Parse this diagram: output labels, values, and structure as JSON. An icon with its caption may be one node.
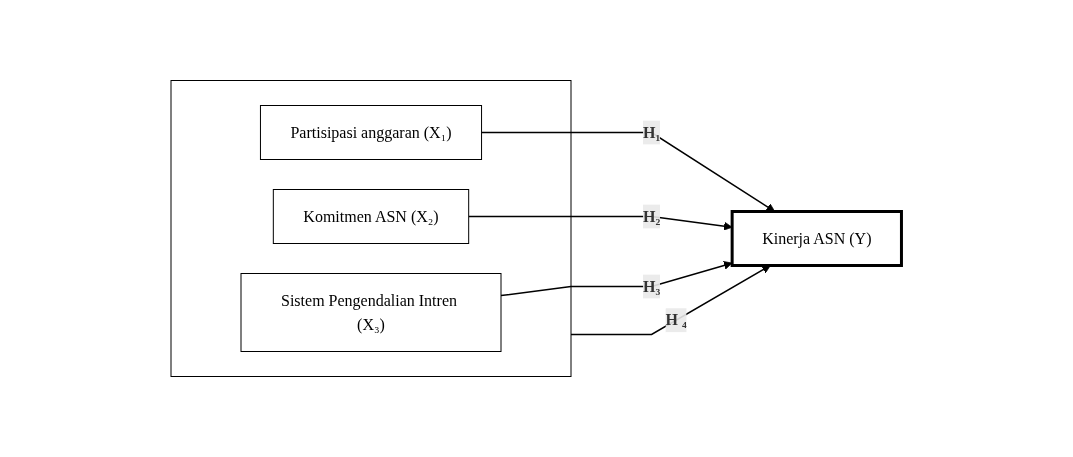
{
  "diagram": {
    "nodes": [
      {
        "text": [],
        "shape": "box"
      },
      {
        "text": [
          "Partisipasi anggaran (X₁)"
        ],
        "in": 0
      },
      {
        "text": [
          "Komitmen ASN (X₂)"
        ],
        "in": 0
      },
      {
        "text": [
          "Sistem Pengendalian Intren (X₃)"
        ],
        "in": 0
      },
      {
        "text": [
          "Kinerja ASN (Y)"
        ]
      }
    ],
    "edges": [
      {
        "from": 1,
        "to": 4,
        "arrow": "to",
        "label": "H₁"
      },
      {
        "from": 2,
        "to": 4,
        "arrow": "to",
        "label": "H₂"
      },
      {
        "from": 3,
        "to": 4,
        "arrow": "to",
        "label": "H₃"
      },
      {
        "from": 0,
        "to": 4,
        "arrow": "to",
        "label": "H ₄"
      }
    ]
  }
}
